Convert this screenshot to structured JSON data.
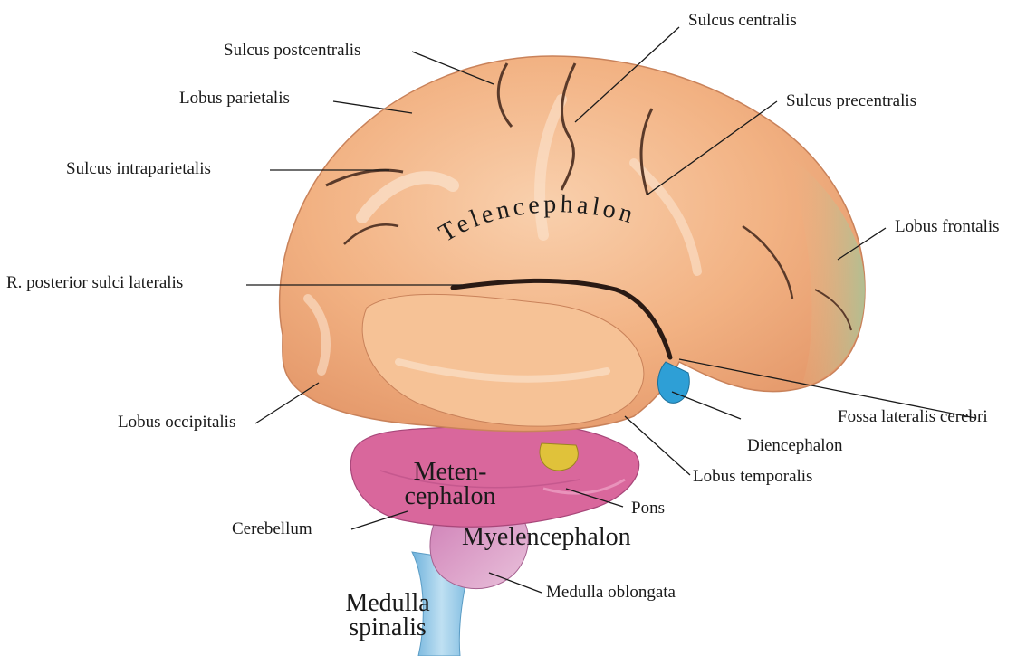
{
  "regions": {
    "telencephalon": "Telencephalon",
    "metencephalon_line1": "Meten-",
    "metencephalon_line2": "cephalon",
    "myelencephalon": "Myelencephalon",
    "medulla_spinalis_line1": "Medulla",
    "medulla_spinalis_line2": "spinalis"
  },
  "labels": {
    "sulcus_centralis": "Sulcus centralis",
    "sulcus_postcentralis": "Sulcus postcentralis",
    "lobus_parietalis": "Lobus parietalis",
    "sulcus_precentralis": "Sulcus precentralis",
    "sulcus_intraparietalis": "Sulcus intraparietalis",
    "lobus_frontalis": "Lobus frontalis",
    "r_posterior_sulci_lateralis": "R. posterior sulci lateralis",
    "lobus_occipitalis": "Lobus occipitalis",
    "fossa_lateralis_cerebri": "Fossa lateralis cerebri",
    "diencephalon": "Diencephalon",
    "lobus_temporalis": "Lobus temporalis",
    "pons": "Pons",
    "cerebellum": "Cerebellum",
    "medulla_oblongata": "Medulla oblongata"
  },
  "colors": {
    "cortex": "#f2b78a",
    "cortex_light": "#f8d2b0",
    "sulcus": "#3a2a22",
    "frontal_tint": "#b8c79a",
    "cerebellum": "#d9679c",
    "myelencephalon": "#c98ab4",
    "spinal_cord": "#8fc4e3",
    "diencephalon": "#2e9fd6",
    "yellow_structure": "#e0c23a",
    "leader_line": "#1a1a1a"
  }
}
